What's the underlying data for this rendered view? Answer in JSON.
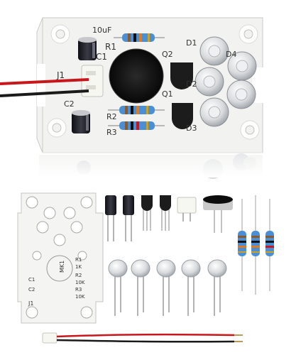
{
  "product": {
    "assembled_board": {
      "silkscreen": {
        "cap_value": "10uF",
        "r1": "R1",
        "c1": "C1",
        "j1": "J1",
        "q2": "Q2",
        "q1": "Q1",
        "d1": "D1",
        "d2": "D2",
        "d3": "D3",
        "d4": "D4",
        "r2": "R2",
        "r3": "R3",
        "c2": "C2"
      }
    },
    "kit_parts": {
      "electrolytic_capacitors": 2,
      "transistors": 2,
      "connector_header": 1,
      "microphone": 1,
      "resistors": 3,
      "leds": 5,
      "cable": 1
    },
    "bare_pcb": {
      "silkscreen": {
        "mk1": "MK1",
        "r1": "R1",
        "r2": "R2",
        "r3": "R3",
        "r_val1": "1K",
        "r_val2": "10K",
        "r_val3": "10K",
        "j1": "J1",
        "c1": "C1",
        "c2": "C2"
      }
    }
  },
  "colors": {
    "pcb": "#f2f2f0",
    "led": "#d8dadc",
    "wire_red": "#c8161d",
    "wire_black": "#1a1a1a",
    "capacitor": "#1d1d24",
    "resistor_body": "#4a8fd6"
  }
}
